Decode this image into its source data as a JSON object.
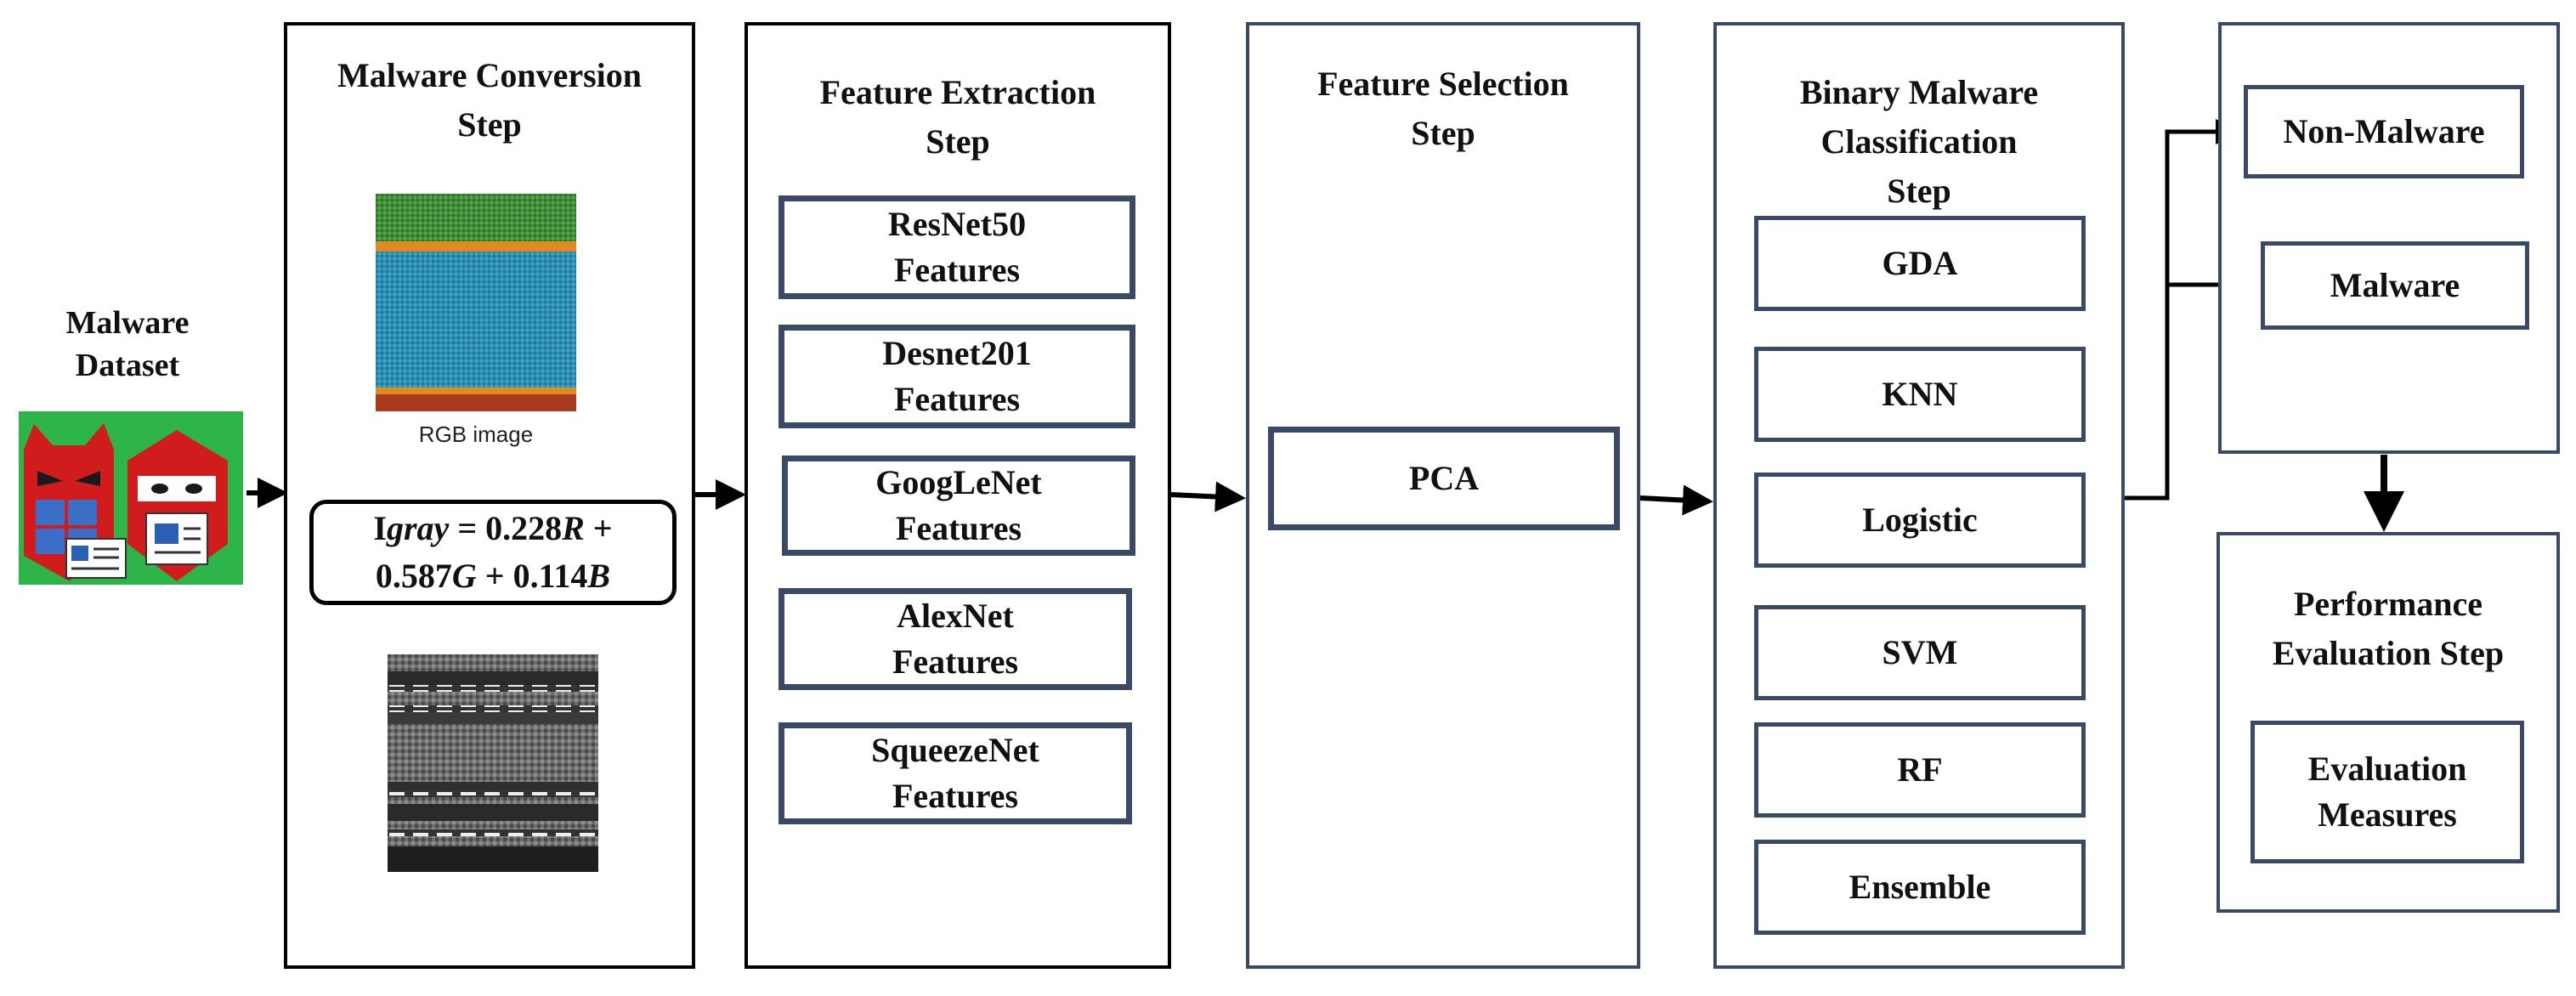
{
  "dataset": {
    "label_lines": [
      "Malware",
      "Dataset"
    ],
    "icon": "malware-dataset-icon"
  },
  "conversion": {
    "title_lines": [
      "Malware Conversion",
      "Step"
    ],
    "rgb_caption": "RGB image",
    "formula_line1_prefix": "I",
    "formula_line1_var": "gray",
    "formula_line1_mid": " = 0.228",
    "formula_line1_r": "R",
    "formula_line1_end": " +",
    "formula_line2_a": "0.587",
    "formula_line2_g": "G",
    "formula_line2_b": " + 0.114",
    "formula_line2_bvar": "B"
  },
  "extraction": {
    "title_lines": [
      "Feature Extraction",
      "Step"
    ],
    "items": [
      [
        "ResNet50",
        "Features"
      ],
      [
        "Desnet201",
        "Features"
      ],
      [
        "GoogLeNet",
        "Features"
      ],
      [
        "AlexNet",
        "Features"
      ],
      [
        "SqueezeNet",
        "Features"
      ]
    ]
  },
  "selection": {
    "title_lines": [
      "Feature Selection",
      "Step"
    ],
    "method": "PCA"
  },
  "classification": {
    "title_lines": [
      "Binary Malware",
      "Classification",
      "Step"
    ],
    "items": [
      "GDA",
      "KNN",
      "Logistic",
      "SVM",
      "RF",
      "Ensemble"
    ]
  },
  "output": {
    "classes": [
      "Non-Malware",
      "Malware"
    ]
  },
  "evaluation": {
    "title_lines": [
      "Performance",
      "Evaluation Step"
    ],
    "measure_lines": [
      "Evaluation",
      "Measures"
    ]
  },
  "colors": {
    "box_border": "#3a4a66",
    "icon_green": "#2db54a",
    "icon_red": "#d01c1c"
  }
}
